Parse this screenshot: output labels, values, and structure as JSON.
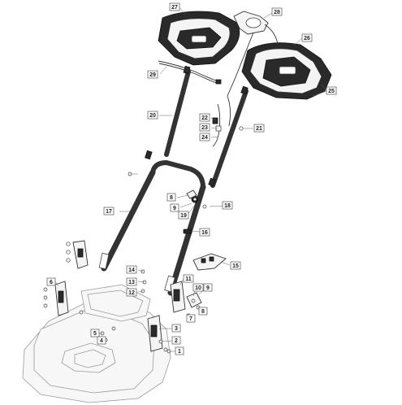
{
  "diagram": {
    "labels": [
      "27",
      "28",
      "26",
      "25",
      "29",
      "20",
      "22",
      "23",
      "24",
      "21",
      "17",
      "8",
      "9",
      "19",
      "18",
      "16",
      "14",
      "15",
      "13",
      "12",
      "11",
      "10",
      "9",
      "6",
      "7",
      "8",
      "5",
      "4",
      "3",
      "2",
      "1"
    ]
  }
}
